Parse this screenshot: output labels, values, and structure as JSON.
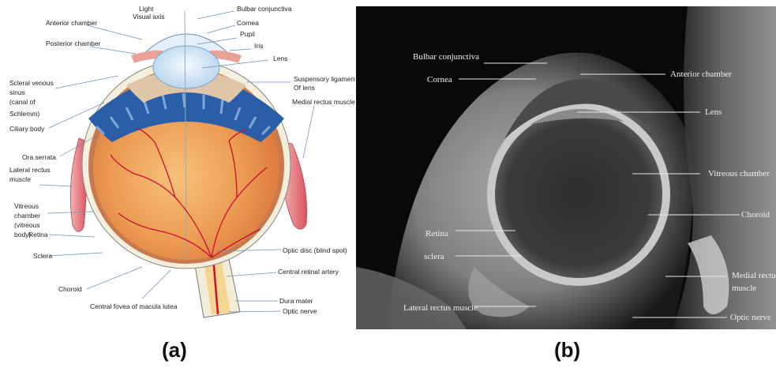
{
  "panel_a": {
    "caption": "(a)",
    "labels": [
      "Light",
      "Visual axis",
      "Anterior chamber",
      "Bulbar conjunctiva",
      "Cornea",
      "Pupil",
      "Iris",
      "Posterior chamber",
      "Lens",
      "Scleral venous",
      "sinus",
      "(canal of",
      "Schlemm)",
      "Suspensory ligament",
      "Of lens",
      "Ciliary body",
      "Medial rectus muscle",
      "Ora serrata",
      "Lateral rectus",
      "muscle",
      "Vitreous",
      "chamber",
      "(vitreous",
      "body)",
      "Retina",
      "Sclera",
      "Optic disc (blind spot)",
      "Central retinal artery",
      "Choroid",
      "Dura mater",
      "Central fovea of macula lutea",
      "Optic nerve"
    ]
  },
  "panel_b": {
    "caption": "(b)",
    "labels": [
      "Bulbar conjunctiva",
      "Cornea",
      "Anterior chamber",
      "Lens",
      "Vitreous chamber",
      "Choroid",
      "Retina",
      "sclera",
      "Medial rectus",
      "muscle",
      "Lateral rectus muscle",
      "Optic nerve"
    ]
  },
  "colors": {
    "iris_blue": "#2a5fa8",
    "retina_orange": "#e5874a",
    "vessel_red": "#c8102e",
    "muscle_pink": "#e07a80",
    "lens_blue": "#cfe3f3"
  }
}
